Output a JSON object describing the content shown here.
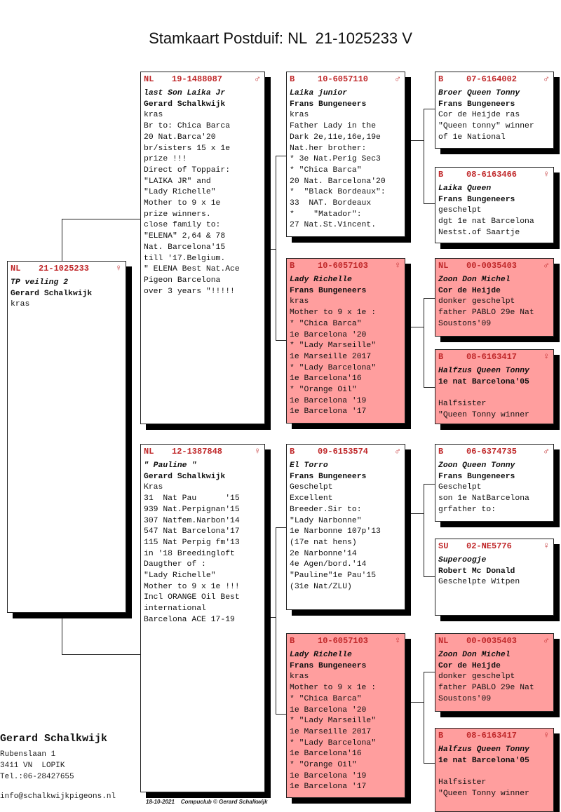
{
  "title": "Stamkaart Postduif: NL  21-1025233 V",
  "pedigree": [
    {
      "id": "subject",
      "country": "NL",
      "ring": "21-1025233",
      "sex": "female",
      "pink": false,
      "lines": [
        "TP veiling 2",
        "Gerard Schalkwijk",
        "kras"
      ]
    },
    {
      "id": "father",
      "country": "NL",
      "ring": "19-1488087",
      "sex": "male",
      "pink": false,
      "lines": [
        "last Son Laika Jr",
        "Gerard Schalkwijk",
        "kras",
        "Br to: Chica Barca",
        "20 Nat.Barca'20",
        "br/sisters 15 x 1e",
        "prize !!!",
        "Direct of Toppair:",
        "\"LAIKA JR\" and",
        "\"Lady Richelle\"",
        "Mother to 9 x 1e",
        "prize winners.",
        "close family to:",
        "\"ELENA\" 2,64 & 78",
        "Nat. Barcelona'15",
        "till '17.Belgium.",
        "\" ELENA Best Nat.Ace",
        "Pigeon Barcelona",
        "over 3 years \"!!!!!"
      ]
    },
    {
      "id": "mother",
      "country": "NL",
      "ring": "12-1387848",
      "sex": "female",
      "pink": false,
      "lines": [
        "\" Pauline \"",
        "Gerard Schalkwijk",
        "Kras",
        "31  Nat Pau      '15",
        "939 Nat.Perpignan'15",
        "307 Natfem.Narbon'14",
        "547 Nat Barcelona'17",
        "115 Nat Perpig fm'13",
        "in '18 Breedingloft",
        "Daugther of :",
        "\"Lady Richelle\"",
        "Mother to 9 x 1e !!!",
        "Incl ORANGE Oil Best",
        "international",
        "Barcelona ACE 17-19"
      ]
    },
    {
      "id": "ff",
      "country": "B",
      "ring": "10-6057110",
      "sex": "male",
      "pink": false,
      "lines": [
        "Laika junior",
        "Frans Bungeneers",
        "kras",
        "Father Lady in the",
        "Dark 2e,11e,16e,19e",
        "Nat.her brother:",
        "* 3e Nat.Perig Sec3",
        "* \"Chica Barca\"",
        "20 Nat. Barcelona'20",
        "*  \"Black Bordeaux\":",
        "33  NAT. Bordeaux",
        "*    \"Matador\":",
        "27 Nat.St.Vincent."
      ]
    },
    {
      "id": "fm",
      "country": "B",
      "ring": "10-6057103",
      "sex": "female",
      "pink": true,
      "lines": [
        "Lady Richelle",
        "Frans Bungeneers",
        "kras",
        "Mother to 9 x 1e :",
        "* \"Chica Barca\"",
        "1e Barcelona '20",
        "* \"Lady Marseille\"",
        "1e Marseille 2017",
        "* \"Lady Barcelona\"",
        "1e Barcelona'16",
        "* \"Orange Oil\"",
        "1e Barcelona '19",
        "1e Barcelona '17"
      ]
    },
    {
      "id": "mf",
      "country": "B",
      "ring": "09-6153574",
      "sex": "male",
      "pink": false,
      "lines": [
        "El Torro",
        "Frans Bungeneers",
        "Geschelpt",
        "Excellent",
        "Breeder.Sir to:",
        "\"Lady Narbonne\"",
        "1e Narbonne 107p'13",
        "(17e nat hens)",
        "2e Narbonne'14",
        "4e Agen/bord.'14",
        "\"Pauline\"1e Pau'15",
        "(31e Nat/ZLU)"
      ]
    },
    {
      "id": "mm",
      "country": "B",
      "ring": "10-6057103",
      "sex": "female",
      "pink": true,
      "lines": [
        "Lady Richelle",
        "Frans Bungeneers",
        "kras",
        "Mother to 9 x 1e :",
        "* \"Chica Barca\"",
        "1e Barcelona '20",
        "* \"Lady Marseille\"",
        "1e Marseille 2017",
        "* \"Lady Barcelona\"",
        "1e Barcelona'16",
        "* \"Orange Oil\"",
        "1e Barcelona '19",
        "1e Barcelona '17"
      ]
    },
    {
      "id": "fff",
      "country": "B",
      "ring": "07-6164002",
      "sex": "male",
      "pink": false,
      "lines": [
        "Broer Queen Tonny",
        "Frans Bungeneers",
        "Cor de Heijde ras",
        "\"Queen tonny\" winner",
        "of 1e National"
      ]
    },
    {
      "id": "ffm",
      "country": "B",
      "ring": "08-6163466",
      "sex": "female",
      "pink": false,
      "lines": [
        "Laika Queen",
        "Frans Bungeneers",
        "geschelpt",
        "dgt 1e nat Barcelona",
        "Nestst.of Saartje"
      ]
    },
    {
      "id": "fmf",
      "country": "NL",
      "ring": "00-0035403",
      "sex": "male",
      "pink": true,
      "lines": [
        "Zoon Don Michel",
        "Cor de Heijde",
        "donker geschelpt",
        "father PABLO 29e Nat",
        "Soustons'09"
      ]
    },
    {
      "id": "fmm",
      "country": "B",
      "ring": "08-6163417",
      "sex": "female",
      "pink": true,
      "lines": [
        "Halfzus Queen Tonny",
        "1e nat Barcelona'05",
        "",
        "Halfsister",
        "\"Queen Tonny winner"
      ]
    },
    {
      "id": "mff",
      "country": "B",
      "ring": "06-6374735",
      "sex": "male",
      "pink": false,
      "lines": [
        "Zoon Queen Tonny",
        "Frans Bungeneers",
        "Geschelpt",
        "son 1e NatBarcelona",
        "grfather to:"
      ]
    },
    {
      "id": "mfm",
      "country": "SU",
      "ring": "02-NE5776",
      "sex": "female",
      "pink": false,
      "lines": [
        "Superoogje",
        "Robert Mc Donald",
        "Geschelpte Witpen"
      ]
    },
    {
      "id": "mmf",
      "country": "NL",
      "ring": "00-0035403",
      "sex": "male",
      "pink": true,
      "lines": [
        "Zoon Don Michel",
        "Cor de Heijde",
        "donker geschelpt",
        "father PABLO 29e Nat",
        "Soustons'09"
      ]
    },
    {
      "id": "mmm",
      "country": "B",
      "ring": "08-6163417",
      "sex": "female",
      "pink": true,
      "lines": [
        "Halfzus Queen Tonny",
        "1e nat Barcelona'05",
        "",
        "Halfsister",
        "\"Queen Tonny winner"
      ]
    }
  ],
  "owner": {
    "name": "Gerard Schalkwijk",
    "address": "Rubenslaan 1",
    "city": "3411 VN  LOPIK",
    "phone": "Tel.:06-28427655",
    "email": "info@schalkwijkpigeons.nl"
  },
  "footer": "18-10-2021    Compuclub © Gerard Schalkwijk",
  "colors": {
    "header": "#c0282a",
    "pink": "#ff9e9e"
  }
}
